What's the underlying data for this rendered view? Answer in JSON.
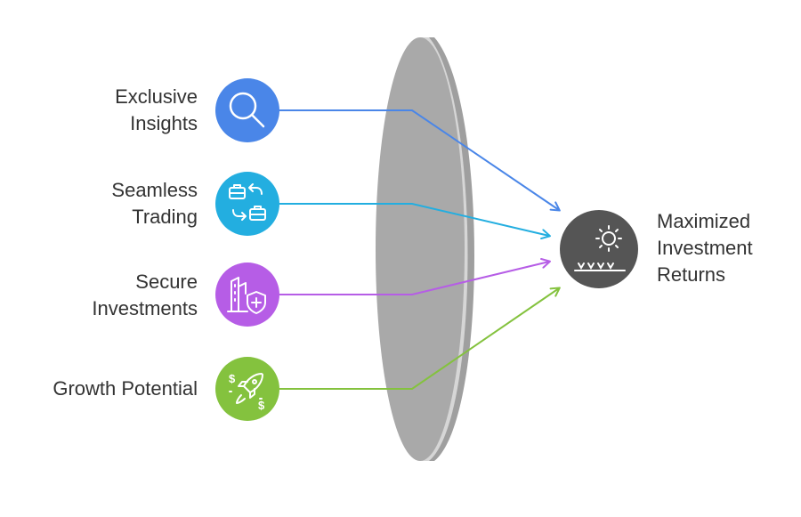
{
  "inputs": [
    {
      "label_lines": [
        "Exclusive",
        "Insights"
      ],
      "icon": "magnifier-icon",
      "color": "#4a86e8",
      "line_color": "#4a86e8"
    },
    {
      "label_lines": [
        "Seamless",
        "Trading"
      ],
      "icon": "briefcase-exchange-icon",
      "color": "#23aee0",
      "line_color": "#23aee0"
    },
    {
      "label_lines": [
        "Secure",
        "Investments"
      ],
      "icon": "building-shield-icon",
      "color": "#b65de6",
      "line_color": "#b65de6"
    },
    {
      "label_lines": [
        "Growth Potential"
      ],
      "icon": "rocket-dollar-icon",
      "color": "#84c23e",
      "line_color": "#84c23e"
    }
  ],
  "output": {
    "label_lines": [
      "Maximized",
      "Investment",
      "Returns"
    ],
    "icon": "sun-sprout-icon",
    "color": "#555555"
  },
  "lens": {
    "color": "#aaaaaa",
    "edge_color": "#cccccc"
  }
}
